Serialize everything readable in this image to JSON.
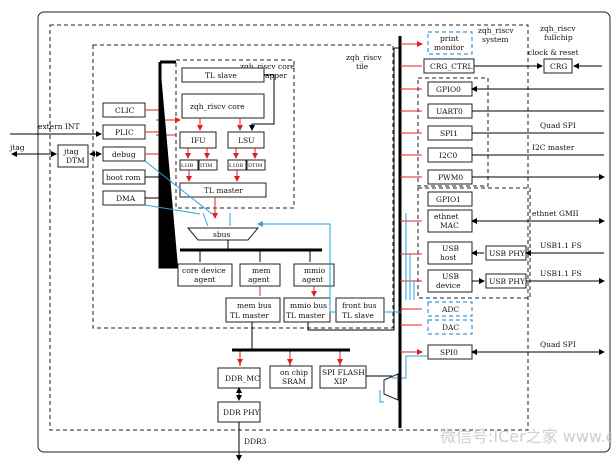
{
  "labels": {
    "fullchip": [
      "zqh_riscv",
      "fullchip"
    ],
    "system": [
      "zqh_riscv",
      "system"
    ],
    "tile": [
      "zqh_riscv",
      "tile"
    ],
    "core_wrapper": [
      "zqh_riscv core",
      "wrapper"
    ],
    "tl_slave": "TL slave",
    "core": "zqh_riscv core",
    "ifu": "IFU",
    "lsu": "LSU",
    "l1ib": "L1IB",
    "itim": "ITIM",
    "l1db": "L1DB",
    "dtim": "DTIM",
    "tl_master": "TL master",
    "clic": "CLIC",
    "plic": "PLIC",
    "debug": "debug",
    "boot_rom": "boot rom",
    "dma": "DMA",
    "jtag_dtm": [
      "jtag",
      "DTM"
    ],
    "extern_int": "extern INT",
    "jtag": "jtag",
    "sbus": "sbus",
    "core_device_agent": [
      "core device",
      "agent"
    ],
    "mem_agent": [
      "mem",
      "agent"
    ],
    "mmio_agent": [
      "mmio",
      "agent"
    ],
    "mem_bus_tl_master": [
      "mem bus",
      "TL master"
    ],
    "mmio_bus_tl_master": [
      "mmio bus",
      "TL master"
    ],
    "front_bus_tl_slave": [
      "front bus",
      "TL slave"
    ],
    "ddr_mc": "DDR_MC",
    "on_chip_sram": [
      "on chip",
      "SRAM"
    ],
    "spi_flash_xip": [
      "SPI FLASH",
      "XIP"
    ],
    "ddr_phy": "DDR PHY",
    "ddr3": "DDR3",
    "print_monitor": [
      "print",
      "monitor"
    ],
    "crg_ctrl": "CRG_CTRL",
    "crg": "CRG",
    "clock_reset": "clock & reset",
    "gpio0": "GPIO0",
    "uart0": "UART0",
    "spi1": "SPI1",
    "i2c0": "I2C0",
    "pwm0": "PWM0",
    "gpio1": "GPIO1",
    "ethnet_mac": [
      "ethnet",
      "MAC"
    ],
    "usb_host": [
      "USB",
      "host"
    ],
    "usb_device": [
      "USB",
      "device"
    ],
    "usb_phy": "USB PHY",
    "adc": "ADC",
    "dac": "DAC",
    "spi0": "SPI0",
    "quad_spi": "Quad SPI",
    "i2c_master": "I2C master",
    "ethnet_gmii": "ethnet GMII",
    "usb11_fs": "USB1.1 FS",
    "watermark": "微信号:ICer之家  www.elecfans.com"
  }
}
